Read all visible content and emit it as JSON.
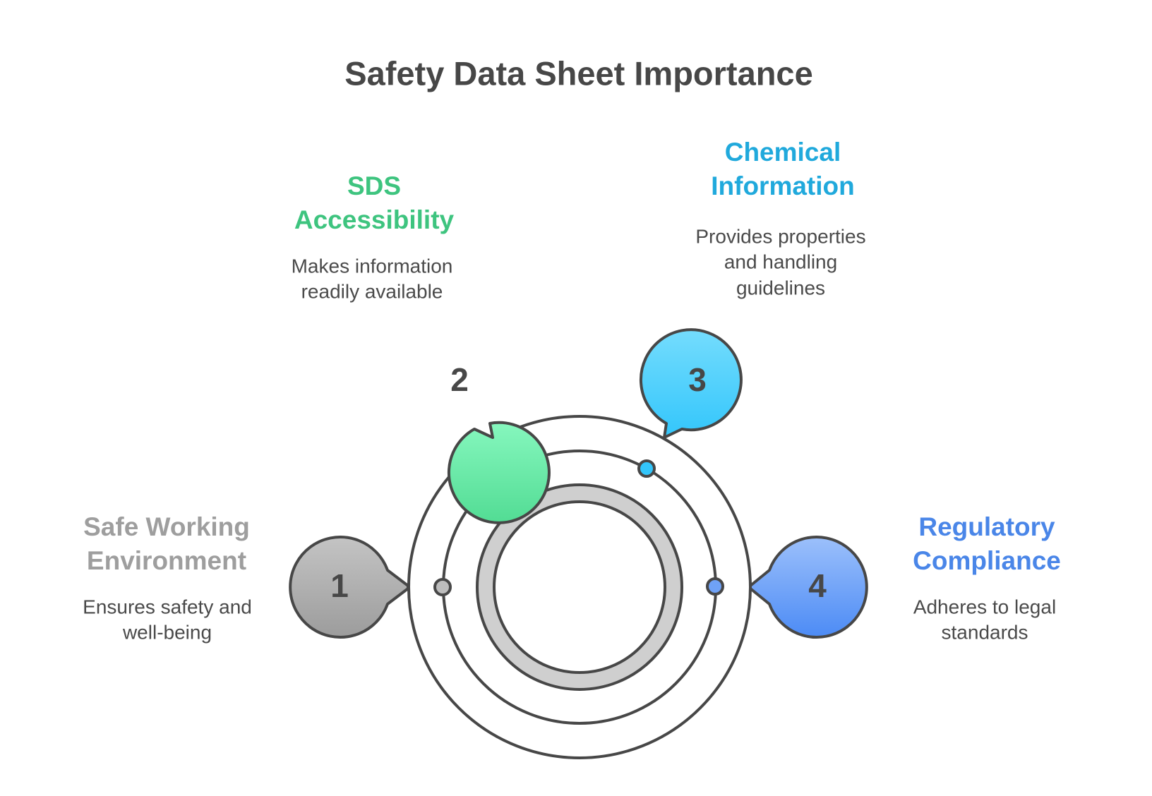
{
  "title": "Safety Data Sheet Importance",
  "items": [
    {
      "number": "1",
      "heading": [
        "Safe Working",
        "Environment"
      ],
      "description": [
        "Ensures safety and",
        "well-being"
      ],
      "color": "#9e9e9e",
      "fill_top": "#c4c4c4",
      "fill_bottom": "#9c9c9c"
    },
    {
      "number": "2",
      "heading": [
        "SDS",
        "Accessibility"
      ],
      "description": [
        "Makes information",
        "readily available"
      ],
      "color": "#3ec47f",
      "fill_top": "#86f7be",
      "fill_bottom": "#52dc94"
    },
    {
      "number": "3",
      "heading": [
        "Chemical",
        "Information"
      ],
      "description": [
        "Provides properties",
        "and handling",
        "guidelines"
      ],
      "color": "#20a9dc",
      "fill_top": "#74dcfd",
      "fill_bottom": "#33c6fb"
    },
    {
      "number": "4",
      "heading": [
        "Regulatory",
        "Compliance"
      ],
      "description": [
        "Adheres to legal",
        "standards"
      ],
      "color": "#4a86e8",
      "fill_top": "#9cc0fb",
      "fill_bottom": "#4c8bf5"
    }
  ]
}
